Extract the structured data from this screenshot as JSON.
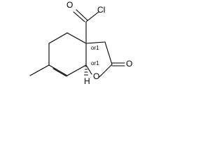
{
  "molecule": {
    "atoms": {
      "chlorine": "Cl",
      "carbonyl_oxygen_acyl": "O",
      "lactone_carbonyl_oxygen": "O",
      "ring_oxygen": "O",
      "hydrogen": "H"
    },
    "stereo_labels": {
      "upper": "or1",
      "lower": "or1"
    }
  },
  "colors": {
    "bond": "#000000",
    "text": "#000000",
    "background": "#ffffff"
  }
}
